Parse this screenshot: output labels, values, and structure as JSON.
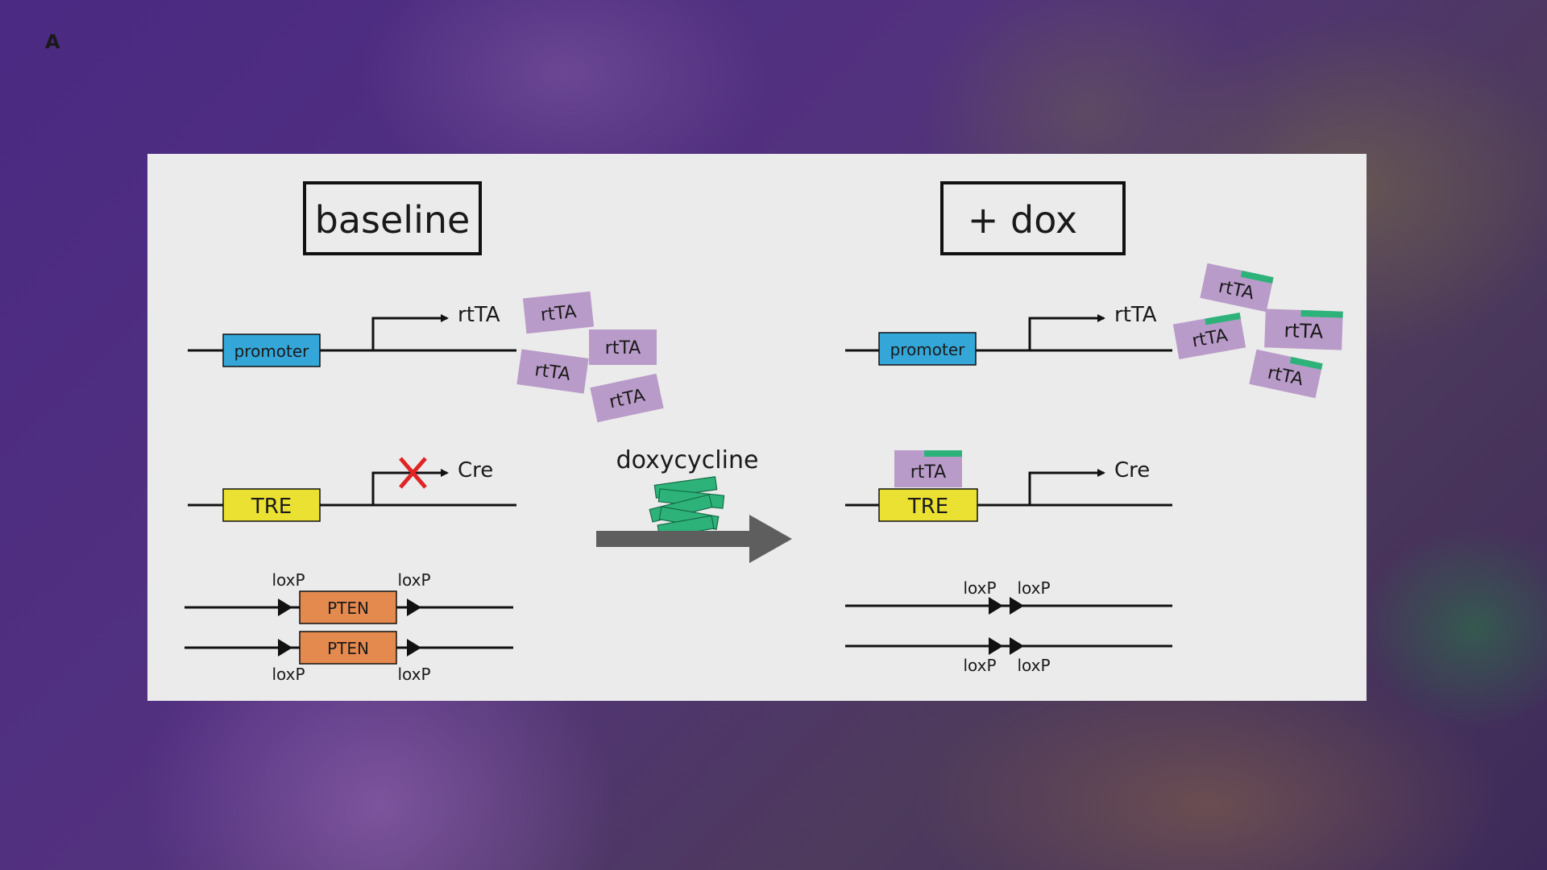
{
  "figure_label": "A",
  "baseline_label": "baseline",
  "dox_label": "+ dox",
  "drug_label": "doxycycline",
  "promoter_label": "promoter",
  "tre_label": "TRE",
  "rtta_label": "rtTA",
  "cre_label": "Cre",
  "pten_label": "PTEN",
  "loxp_label": "loxP",
  "colors": {
    "promoter": "#34a7d8",
    "tre": "#ebe132",
    "rtta": "#b99bc9",
    "pten": "#e58a4f",
    "dox_tag": "#2db37a",
    "block_x": "#e02424",
    "arrow": "#5e5e5e"
  }
}
